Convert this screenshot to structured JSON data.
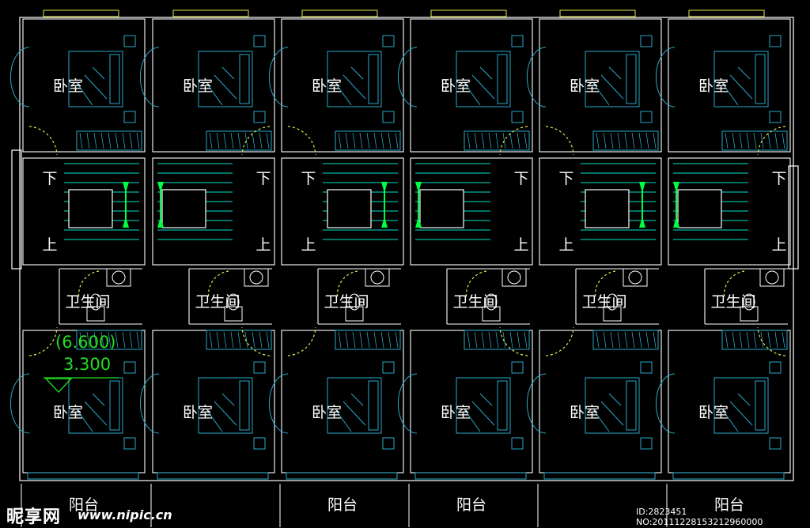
{
  "drawing": {
    "units": [
      {
        "top_room": "卧室",
        "stair_down": "下",
        "stair_up": "上",
        "bathroom": "卫生间",
        "bottom_room": "卧室",
        "balcony": "阳台"
      },
      {
        "top_room": "卧室",
        "stair_down": "下",
        "stair_up": "上",
        "bathroom": "卫生间",
        "bottom_room": "卧室",
        "balcony": ""
      },
      {
        "top_room": "卧室",
        "stair_down": "下",
        "stair_up": "上",
        "bathroom": "卫生间",
        "bottom_room": "卧室",
        "balcony": "阳台"
      },
      {
        "top_room": "卧室",
        "stair_down": "下",
        "stair_up": "上",
        "bathroom": "卫生间",
        "bottom_room": "卧室",
        "balcony": "阳台"
      },
      {
        "top_room": "卧室",
        "stair_down": "下",
        "stair_up": "上",
        "bathroom": "卫生间",
        "bottom_room": "卧室",
        "balcony": ""
      },
      {
        "top_room": "卧室",
        "stair_down": "下",
        "stair_up": "上",
        "bathroom": "卫生间",
        "bottom_room": "卧室",
        "balcony": "阳台"
      }
    ],
    "elevation": {
      "upper": "(6.600)",
      "lower": "3.300"
    },
    "colors": {
      "background": "#000000",
      "wall": "#ffffff",
      "furniture": "#27a9c9",
      "stair": "#00e5c8",
      "arrow": "#00ff40",
      "door": "#e8e84a",
      "elevation": "#22dd22"
    }
  },
  "watermark": {
    "logo": "昵享网",
    "url": "www.nipic.cn",
    "id_text": "ID:2823451 NO:20111228153212960000"
  }
}
